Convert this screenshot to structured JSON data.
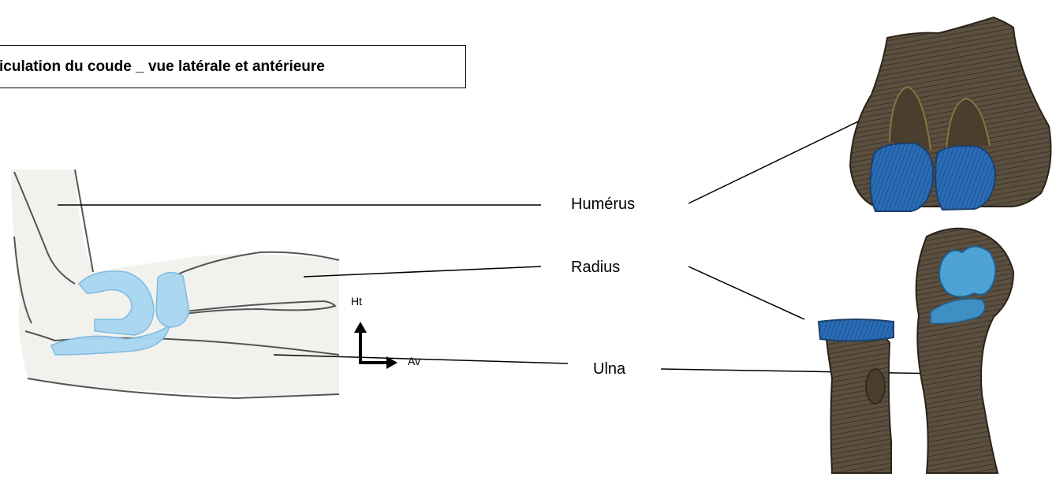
{
  "title": "iculation du coude _ vue latérale et antérieure",
  "labels": {
    "humerus": "Humérus",
    "radius": "Radius",
    "ulna": "Ulna"
  },
  "axes": {
    "up": "Ht",
    "forward": "Av"
  },
  "colors": {
    "cartilage_light": "#a9d6f2",
    "cartilage_dark": "#1f5fa8",
    "bone_brown": "#5a4a36",
    "skin": "#f0f0ec"
  }
}
